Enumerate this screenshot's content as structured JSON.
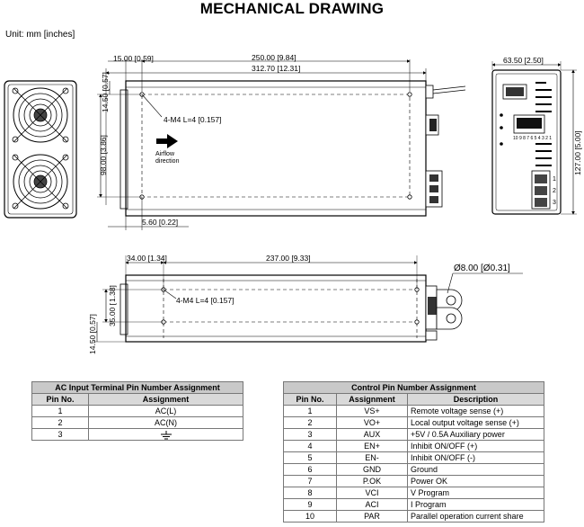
{
  "title": "MECHANICAL DRAWING",
  "unit": "Unit: mm [inches]",
  "top_view": {
    "dim_15": "15.00 [0.59]",
    "dim_250": "250.00 [9.84]",
    "dim_312": "312.70 [12.31]",
    "dim_14_50": "14.50 [0.57]",
    "dim_98": "98.00 [3.86]",
    "dim_5_60": "5.60 [0.22]",
    "screw_note": "4-M4 L=4 [0.157]",
    "airflow_line1": "Airflow",
    "airflow_line2": "direction"
  },
  "end_view": {
    "dim_63": "63.50 [2.50]",
    "dim_127": "127.00 [5.00]",
    "connector_pins": "10 9 8 7 6 5 4 3 2 1",
    "terminal_1": "1",
    "terminal_2": "2",
    "terminal_3": "3"
  },
  "side_view": {
    "dim_34": "34.00 [1.34]",
    "dim_237": "237.00 [9.33]",
    "dim_8": "Ø8.00 [Ø0.31]",
    "dim_1_38": "1.38]",
    "dim_35": "35.00 [",
    "dim_14_50": "14.50 [0.57]",
    "screw_note": "4-M4 L=4 [0.157]"
  },
  "ac_table": {
    "title": "AC Input Terminal Pin Number Assignment",
    "headers": [
      "Pin No.",
      "Assignment"
    ],
    "rows": [
      {
        "pin": "1",
        "assignment": "AC(L)"
      },
      {
        "pin": "2",
        "assignment": "AC(N)"
      },
      {
        "pin": "3",
        "assignment": "ground-symbol-icon"
      }
    ]
  },
  "ctrl_table": {
    "title": "Control Pin Number Assignment",
    "headers": [
      "Pin No.",
      "Assignment",
      "Description"
    ],
    "rows": [
      {
        "pin": "1",
        "assignment": "VS+",
        "description": "Remote voltage sense (+)"
      },
      {
        "pin": "2",
        "assignment": "VO+",
        "description": "Local output voltage sense (+)"
      },
      {
        "pin": "3",
        "assignment": "AUX",
        "description": "+5V / 0.5A Auxiliary power"
      },
      {
        "pin": "4",
        "assignment": "EN+",
        "description": "Inhibit ON/OFF (+)"
      },
      {
        "pin": "5",
        "assignment": "EN-",
        "description": "Inhibit ON/OFF (-)"
      },
      {
        "pin": "6",
        "assignment": "GND",
        "description": "Ground"
      },
      {
        "pin": "7",
        "assignment": "P.OK",
        "description": "Power OK"
      },
      {
        "pin": "8",
        "assignment": "VCI",
        "description": "V Program"
      },
      {
        "pin": "9",
        "assignment": "ACI",
        "description": "I Program"
      },
      {
        "pin": "10",
        "assignment": "PAR",
        "description": "Parallel operation current share"
      }
    ]
  }
}
